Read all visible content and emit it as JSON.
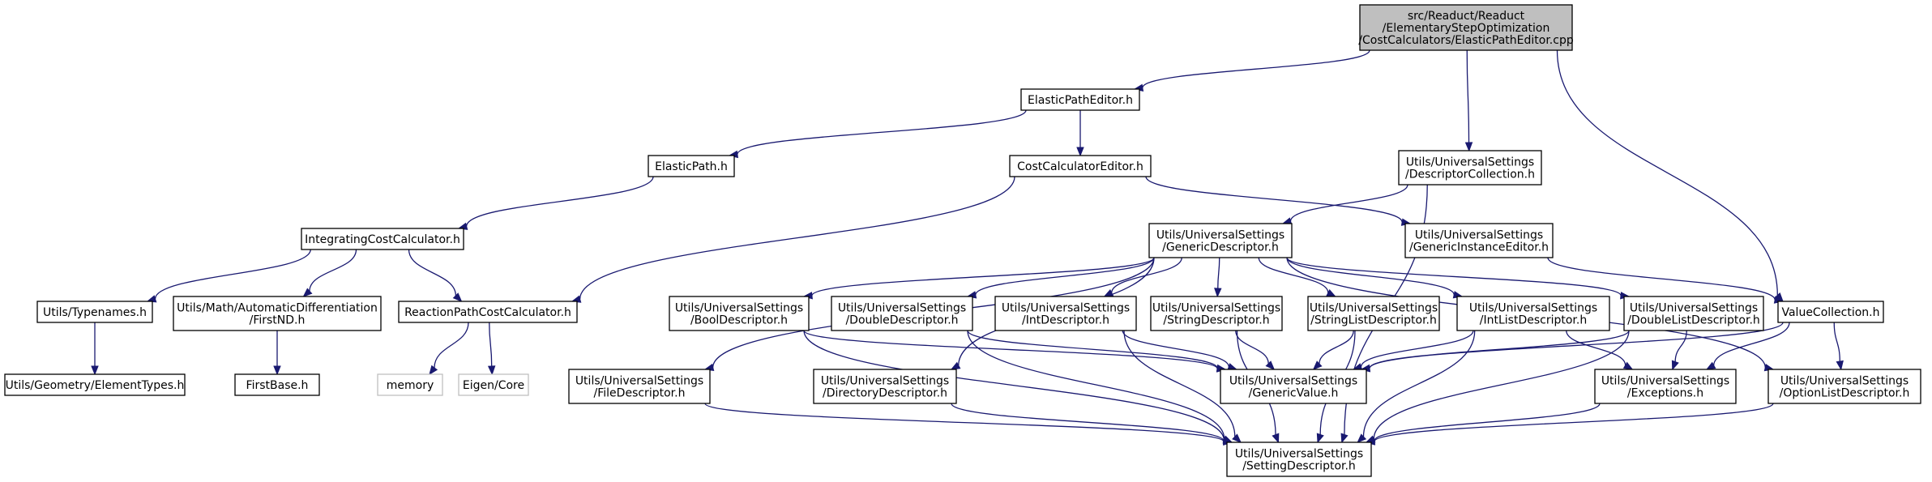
{
  "graph": {
    "nodes": [
      {
        "id": "root",
        "lines": [
          "src/Readuct/Readuct",
          "/ElementaryStepOptimization",
          "/CostCalculators/ElasticPathEditor.cpp"
        ],
        "style": "root"
      },
      {
        "id": "elasticPathEditor",
        "lines": [
          "ElasticPathEditor.h"
        ],
        "style": "normal"
      },
      {
        "id": "elasticPath",
        "lines": [
          "ElasticPath.h"
        ],
        "style": "normal"
      },
      {
        "id": "costCalculatorEditor",
        "lines": [
          "CostCalculatorEditor.h"
        ],
        "style": "normal"
      },
      {
        "id": "descriptorCollection",
        "lines": [
          "Utils/UniversalSettings",
          "/DescriptorCollection.h"
        ],
        "style": "normal"
      },
      {
        "id": "integratingCost",
        "lines": [
          "IntegratingCostCalculator.h"
        ],
        "style": "normal"
      },
      {
        "id": "genericDescriptor",
        "lines": [
          "Utils/UniversalSettings",
          "/GenericDescriptor.h"
        ],
        "style": "normal"
      },
      {
        "id": "genericInstanceEditor",
        "lines": [
          "Utils/UniversalSettings",
          "/GenericInstanceEditor.h"
        ],
        "style": "normal"
      },
      {
        "id": "typenames",
        "lines": [
          "Utils/Typenames.h"
        ],
        "style": "normal"
      },
      {
        "id": "firstND",
        "lines": [
          "Utils/Math/AutomaticDifferentiation",
          "/FirstND.h"
        ],
        "style": "normal"
      },
      {
        "id": "reactionPath",
        "lines": [
          "ReactionPathCostCalculator.h"
        ],
        "style": "normal"
      },
      {
        "id": "boolDescriptor",
        "lines": [
          "Utils/UniversalSettings",
          "/BoolDescriptor.h"
        ],
        "style": "normal"
      },
      {
        "id": "doubleDescriptor",
        "lines": [
          "Utils/UniversalSettings",
          "/DoubleDescriptor.h"
        ],
        "style": "normal"
      },
      {
        "id": "intDescriptor",
        "lines": [
          "Utils/UniversalSettings",
          "/IntDescriptor.h"
        ],
        "style": "normal"
      },
      {
        "id": "stringDescriptor",
        "lines": [
          "Utils/UniversalSettings",
          "/StringDescriptor.h"
        ],
        "style": "normal"
      },
      {
        "id": "stringListDescriptor",
        "lines": [
          "Utils/UniversalSettings",
          "/StringListDescriptor.h"
        ],
        "style": "normal"
      },
      {
        "id": "intListDescriptor",
        "lines": [
          "Utils/UniversalSettings",
          "/IntListDescriptor.h"
        ],
        "style": "normal"
      },
      {
        "id": "doubleListDescriptor",
        "lines": [
          "Utils/UniversalSettings",
          "/DoubleListDescriptor.h"
        ],
        "style": "normal"
      },
      {
        "id": "valueCollection",
        "lines": [
          "ValueCollection.h"
        ],
        "style": "normal"
      },
      {
        "id": "elementTypes",
        "lines": [
          "Utils/Geometry/ElementTypes.h"
        ],
        "style": "normal"
      },
      {
        "id": "firstBase",
        "lines": [
          "FirstBase.h"
        ],
        "style": "normal"
      },
      {
        "id": "memory",
        "lines": [
          "memory"
        ],
        "style": "external"
      },
      {
        "id": "eigenCore",
        "lines": [
          "Eigen/Core"
        ],
        "style": "external"
      },
      {
        "id": "fileDescriptor",
        "lines": [
          "Utils/UniversalSettings",
          "/FileDescriptor.h"
        ],
        "style": "normal"
      },
      {
        "id": "directoryDescriptor",
        "lines": [
          "Utils/UniversalSettings",
          "/DirectoryDescriptor.h"
        ],
        "style": "normal"
      },
      {
        "id": "genericValue",
        "lines": [
          "Utils/UniversalSettings",
          "/GenericValue.h"
        ],
        "style": "normal"
      },
      {
        "id": "exceptions",
        "lines": [
          "Utils/UniversalSettings",
          "/Exceptions.h"
        ],
        "style": "normal"
      },
      {
        "id": "optionListDescriptor",
        "lines": [
          "Utils/UniversalSettings",
          "/OptionListDescriptor.h"
        ],
        "style": "normal"
      },
      {
        "id": "settingDescriptor",
        "lines": [
          "Utils/UniversalSettings",
          "/SettingDescriptor.h"
        ],
        "style": "normal"
      }
    ],
    "edges": [
      [
        "root",
        "elasticPathEditor"
      ],
      [
        "root",
        "descriptorCollection"
      ],
      [
        "root",
        "valueCollection"
      ],
      [
        "elasticPathEditor",
        "elasticPath"
      ],
      [
        "elasticPathEditor",
        "costCalculatorEditor"
      ],
      [
        "elasticPath",
        "integratingCost"
      ],
      [
        "costCalculatorEditor",
        "reactionPath"
      ],
      [
        "costCalculatorEditor",
        "genericInstanceEditor"
      ],
      [
        "descriptorCollection",
        "genericDescriptor"
      ],
      [
        "descriptorCollection",
        "settingDescriptor"
      ],
      [
        "integratingCost",
        "typenames"
      ],
      [
        "integratingCost",
        "firstND"
      ],
      [
        "integratingCost",
        "reactionPath"
      ],
      [
        "typenames",
        "elementTypes"
      ],
      [
        "firstND",
        "firstBase"
      ],
      [
        "reactionPath",
        "memory"
      ],
      [
        "reactionPath",
        "eigenCore"
      ],
      [
        "genericInstanceEditor",
        "valueCollection"
      ],
      [
        "genericDescriptor",
        "boolDescriptor"
      ],
      [
        "genericDescriptor",
        "doubleDescriptor"
      ],
      [
        "genericDescriptor",
        "intDescriptor"
      ],
      [
        "genericDescriptor",
        "stringDescriptor"
      ],
      [
        "genericDescriptor",
        "stringListDescriptor"
      ],
      [
        "genericDescriptor",
        "intListDescriptor"
      ],
      [
        "genericDescriptor",
        "doubleListDescriptor"
      ],
      [
        "genericDescriptor",
        "fileDescriptor"
      ],
      [
        "genericDescriptor",
        "directoryDescriptor"
      ],
      [
        "genericDescriptor",
        "optionListDescriptor"
      ],
      [
        "boolDescriptor",
        "genericValue"
      ],
      [
        "boolDescriptor",
        "settingDescriptor"
      ],
      [
        "doubleDescriptor",
        "genericValue"
      ],
      [
        "doubleDescriptor",
        "settingDescriptor"
      ],
      [
        "intDescriptor",
        "genericValue"
      ],
      [
        "intDescriptor",
        "settingDescriptor"
      ],
      [
        "stringDescriptor",
        "genericValue"
      ],
      [
        "stringDescriptor",
        "settingDescriptor"
      ],
      [
        "stringListDescriptor",
        "genericValue"
      ],
      [
        "stringListDescriptor",
        "settingDescriptor"
      ],
      [
        "intListDescriptor",
        "genericValue"
      ],
      [
        "intListDescriptor",
        "settingDescriptor"
      ],
      [
        "intListDescriptor",
        "exceptions"
      ],
      [
        "doubleListDescriptor",
        "genericValue"
      ],
      [
        "doubleListDescriptor",
        "settingDescriptor"
      ],
      [
        "doubleListDescriptor",
        "exceptions"
      ],
      [
        "valueCollection",
        "genericValue"
      ],
      [
        "valueCollection",
        "exceptions"
      ],
      [
        "valueCollection",
        "optionListDescriptor"
      ],
      [
        "fileDescriptor",
        "settingDescriptor"
      ],
      [
        "directoryDescriptor",
        "settingDescriptor"
      ],
      [
        "exceptions",
        "settingDescriptor"
      ],
      [
        "optionListDescriptor",
        "settingDescriptor"
      ]
    ],
    "colors": {
      "edge": "#191970",
      "root_fill": "#bfbfbf",
      "external_border": "#bfbfbf"
    }
  }
}
